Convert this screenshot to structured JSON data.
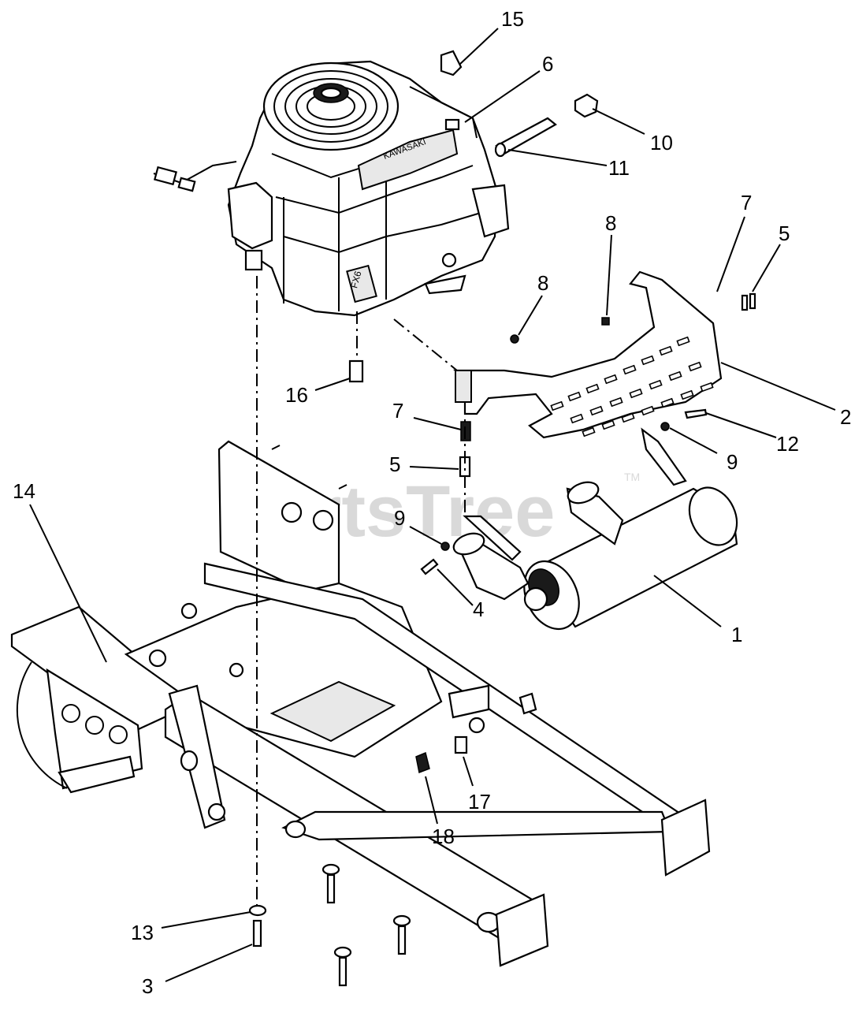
{
  "watermark": {
    "text": "PartsTree",
    "trademark": "TM"
  },
  "engine_label": {
    "brand": "KAWASAKI",
    "model": "FX6"
  },
  "callouts": [
    {
      "num": "15"
    },
    {
      "num": "6"
    },
    {
      "num": "10"
    },
    {
      "num": "11"
    },
    {
      "num": "7"
    },
    {
      "num": "5"
    },
    {
      "num": "8"
    },
    {
      "num": "8"
    },
    {
      "num": "16"
    },
    {
      "num": "7"
    },
    {
      "num": "2"
    },
    {
      "num": "12"
    },
    {
      "num": "5"
    },
    {
      "num": "9"
    },
    {
      "num": "14"
    },
    {
      "num": "9"
    },
    {
      "num": "4"
    },
    {
      "num": "1"
    },
    {
      "num": "17"
    },
    {
      "num": "18"
    },
    {
      "num": "13"
    },
    {
      "num": "3"
    }
  ]
}
